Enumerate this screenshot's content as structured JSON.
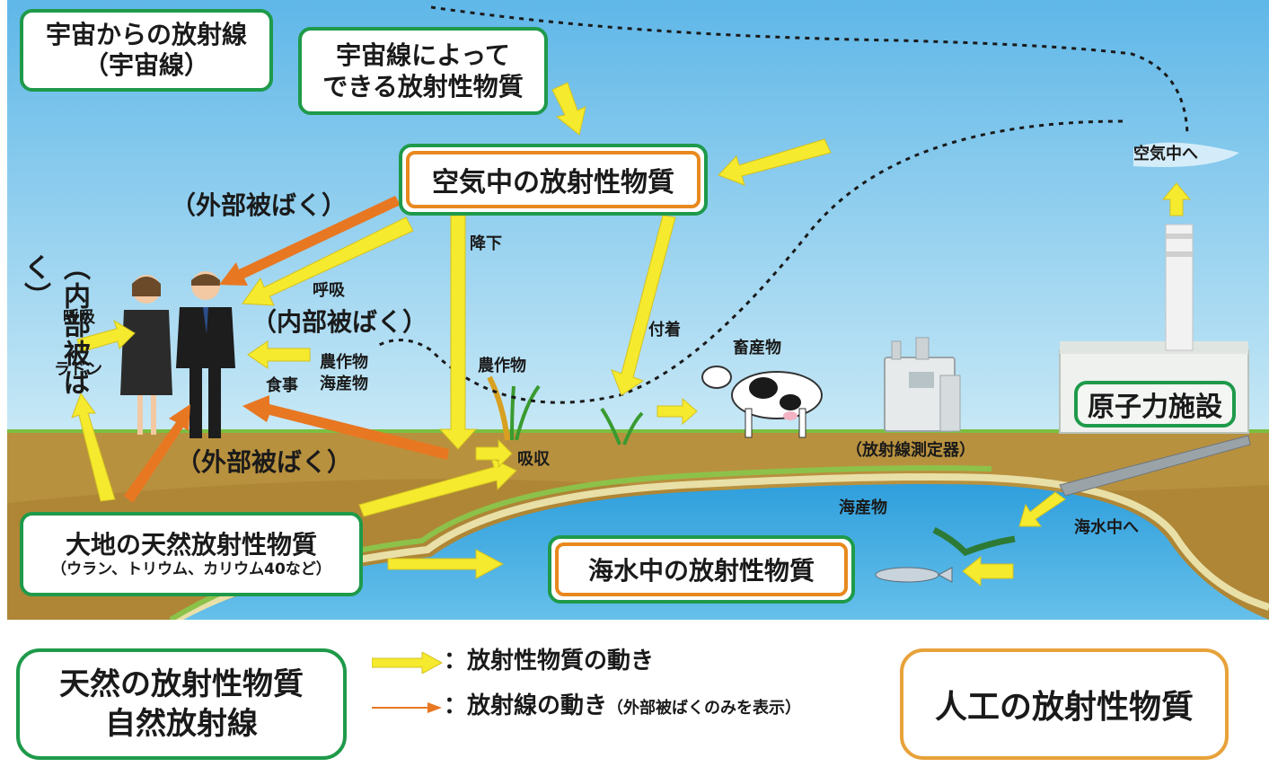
{
  "boxes": {
    "cosmic_rays": [
      "宇宙からの放射線",
      "（宇宙線）"
    ],
    "cosmogenic": [
      "宇宙線によって",
      "できる放射性物質"
    ],
    "airborne": "空気中の放射性物質",
    "ground": [
      "大地の天然放射性物質",
      "（ウラン、トリウム、カリウム40など）"
    ],
    "seawater": "海水中の放射性物質",
    "nuclear_facility": "原子力施設"
  },
  "labels": {
    "external_exposure_top": "（外部被ばく）",
    "external_exposure_bottom": "（外部被ばく）",
    "internal_exposure_vertical": "（内部被ばく）",
    "internal_exposure": "（内部被ばく）",
    "breathing_left": "呼吸",
    "breathing_right": "呼吸",
    "radon": "ラドン",
    "food": "食事",
    "crops_seafood": [
      "農作物",
      "海産物"
    ],
    "fallout": "降下",
    "deposition": "付着",
    "crops": "農作物",
    "absorption": "吸収",
    "livestock": "畜産物",
    "monitor": "（放射線測定器）",
    "to_air": "空気中へ",
    "to_sea": "海水中へ",
    "seafood": "海産物"
  },
  "legend": {
    "natural": [
      "天然の放射性物質",
      "自然放射線"
    ],
    "yellow_arrow": "：放射性物質の動き",
    "orange_arrow_main": "：放射線の動き",
    "orange_arrow_note": "（外部被ばくのみを表示）",
    "artificial": "人工の放射性物質"
  },
  "colors": {
    "sky": "#7cc6ec",
    "ground": "#b38a3d",
    "sea": "#3aa8e0",
    "green_border": "#1e9a4a",
    "orange_border": "#e8891e",
    "material_arrow": "#f6ea2e",
    "radiation_arrow": "#e87722"
  }
}
